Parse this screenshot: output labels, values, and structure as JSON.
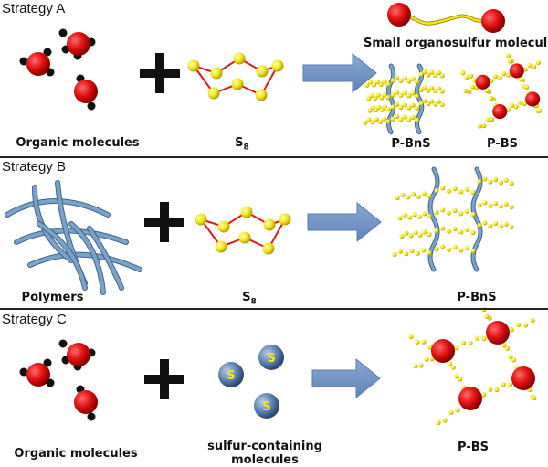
{
  "strategies": [
    {
      "title": "Strategy A",
      "reactant1": "Organic molecules",
      "reactant2_main": "S",
      "reactant2_sub": "8",
      "products": [
        "Small organosulfur molecules",
        "P-BnS",
        "P-BS"
      ]
    },
    {
      "title": "Strategy B",
      "reactant1": "Polymers",
      "reactant2_main": "S",
      "reactant2_sub": "8",
      "products": [
        "P-BnS"
      ]
    },
    {
      "title": "Strategy C",
      "reactant1": "Organic molecules",
      "reactant2_line1": "sulfur-containing",
      "reactant2_line2": "molecules",
      "sulfur_atom_letter": "S",
      "products": [
        "P-BS"
      ]
    }
  ],
  "colors": {
    "organic_atom": "#e01010",
    "hydrogen_atom": "#111111",
    "sulfur_atom": "#f2e41a",
    "s8_bond": "#e01818",
    "polymer_chain": "#7aa3c8",
    "arrow": "#6f93c4",
    "plus": "#111111",
    "sulfur_molecule": "#5c7fae"
  }
}
